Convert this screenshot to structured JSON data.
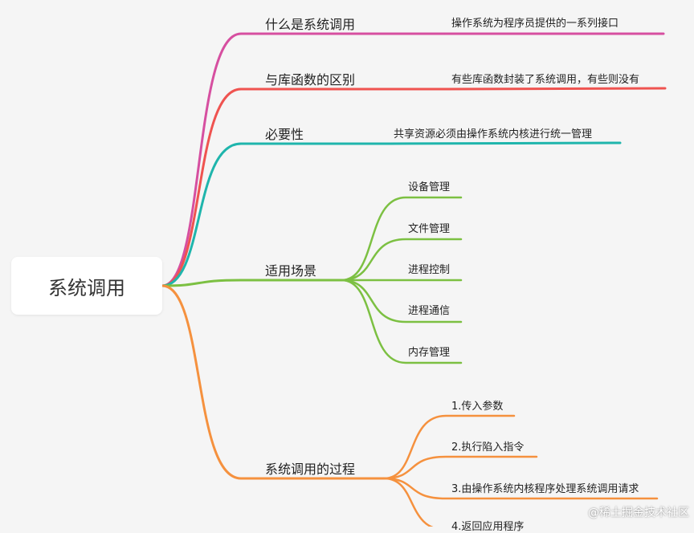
{
  "root": {
    "label": "系统调用"
  },
  "branches": [
    {
      "label": "什么是系统调用",
      "color": "#d64fa0",
      "children": [
        {
          "label": "操作系统为程序员提供的一系列接口"
        }
      ]
    },
    {
      "label": "与库函数的区别",
      "color": "#ef5350",
      "children": [
        {
          "label": "有些库函数封装了系统调用，有些则没有"
        }
      ]
    },
    {
      "label": "必要性",
      "color": "#1fb5ac",
      "children": [
        {
          "label": "共享资源必须由操作系统内核进行统一管理"
        }
      ]
    },
    {
      "label": "适用场景",
      "color": "#7cc042",
      "children": [
        {
          "label": "设备管理"
        },
        {
          "label": "文件管理"
        },
        {
          "label": "进程控制"
        },
        {
          "label": "进程通信"
        },
        {
          "label": "内存管理"
        }
      ]
    },
    {
      "label": "系统调用的过程",
      "color": "#f5913e",
      "children": [
        {
          "label": "1.传入参数"
        },
        {
          "label": "2.执行陷入指令"
        },
        {
          "label": "3.由操作系统内核程序处理系统调用请求"
        },
        {
          "label": "4.返回应用程序"
        }
      ]
    }
  ],
  "watermark": "@稀土掘金技术社区"
}
